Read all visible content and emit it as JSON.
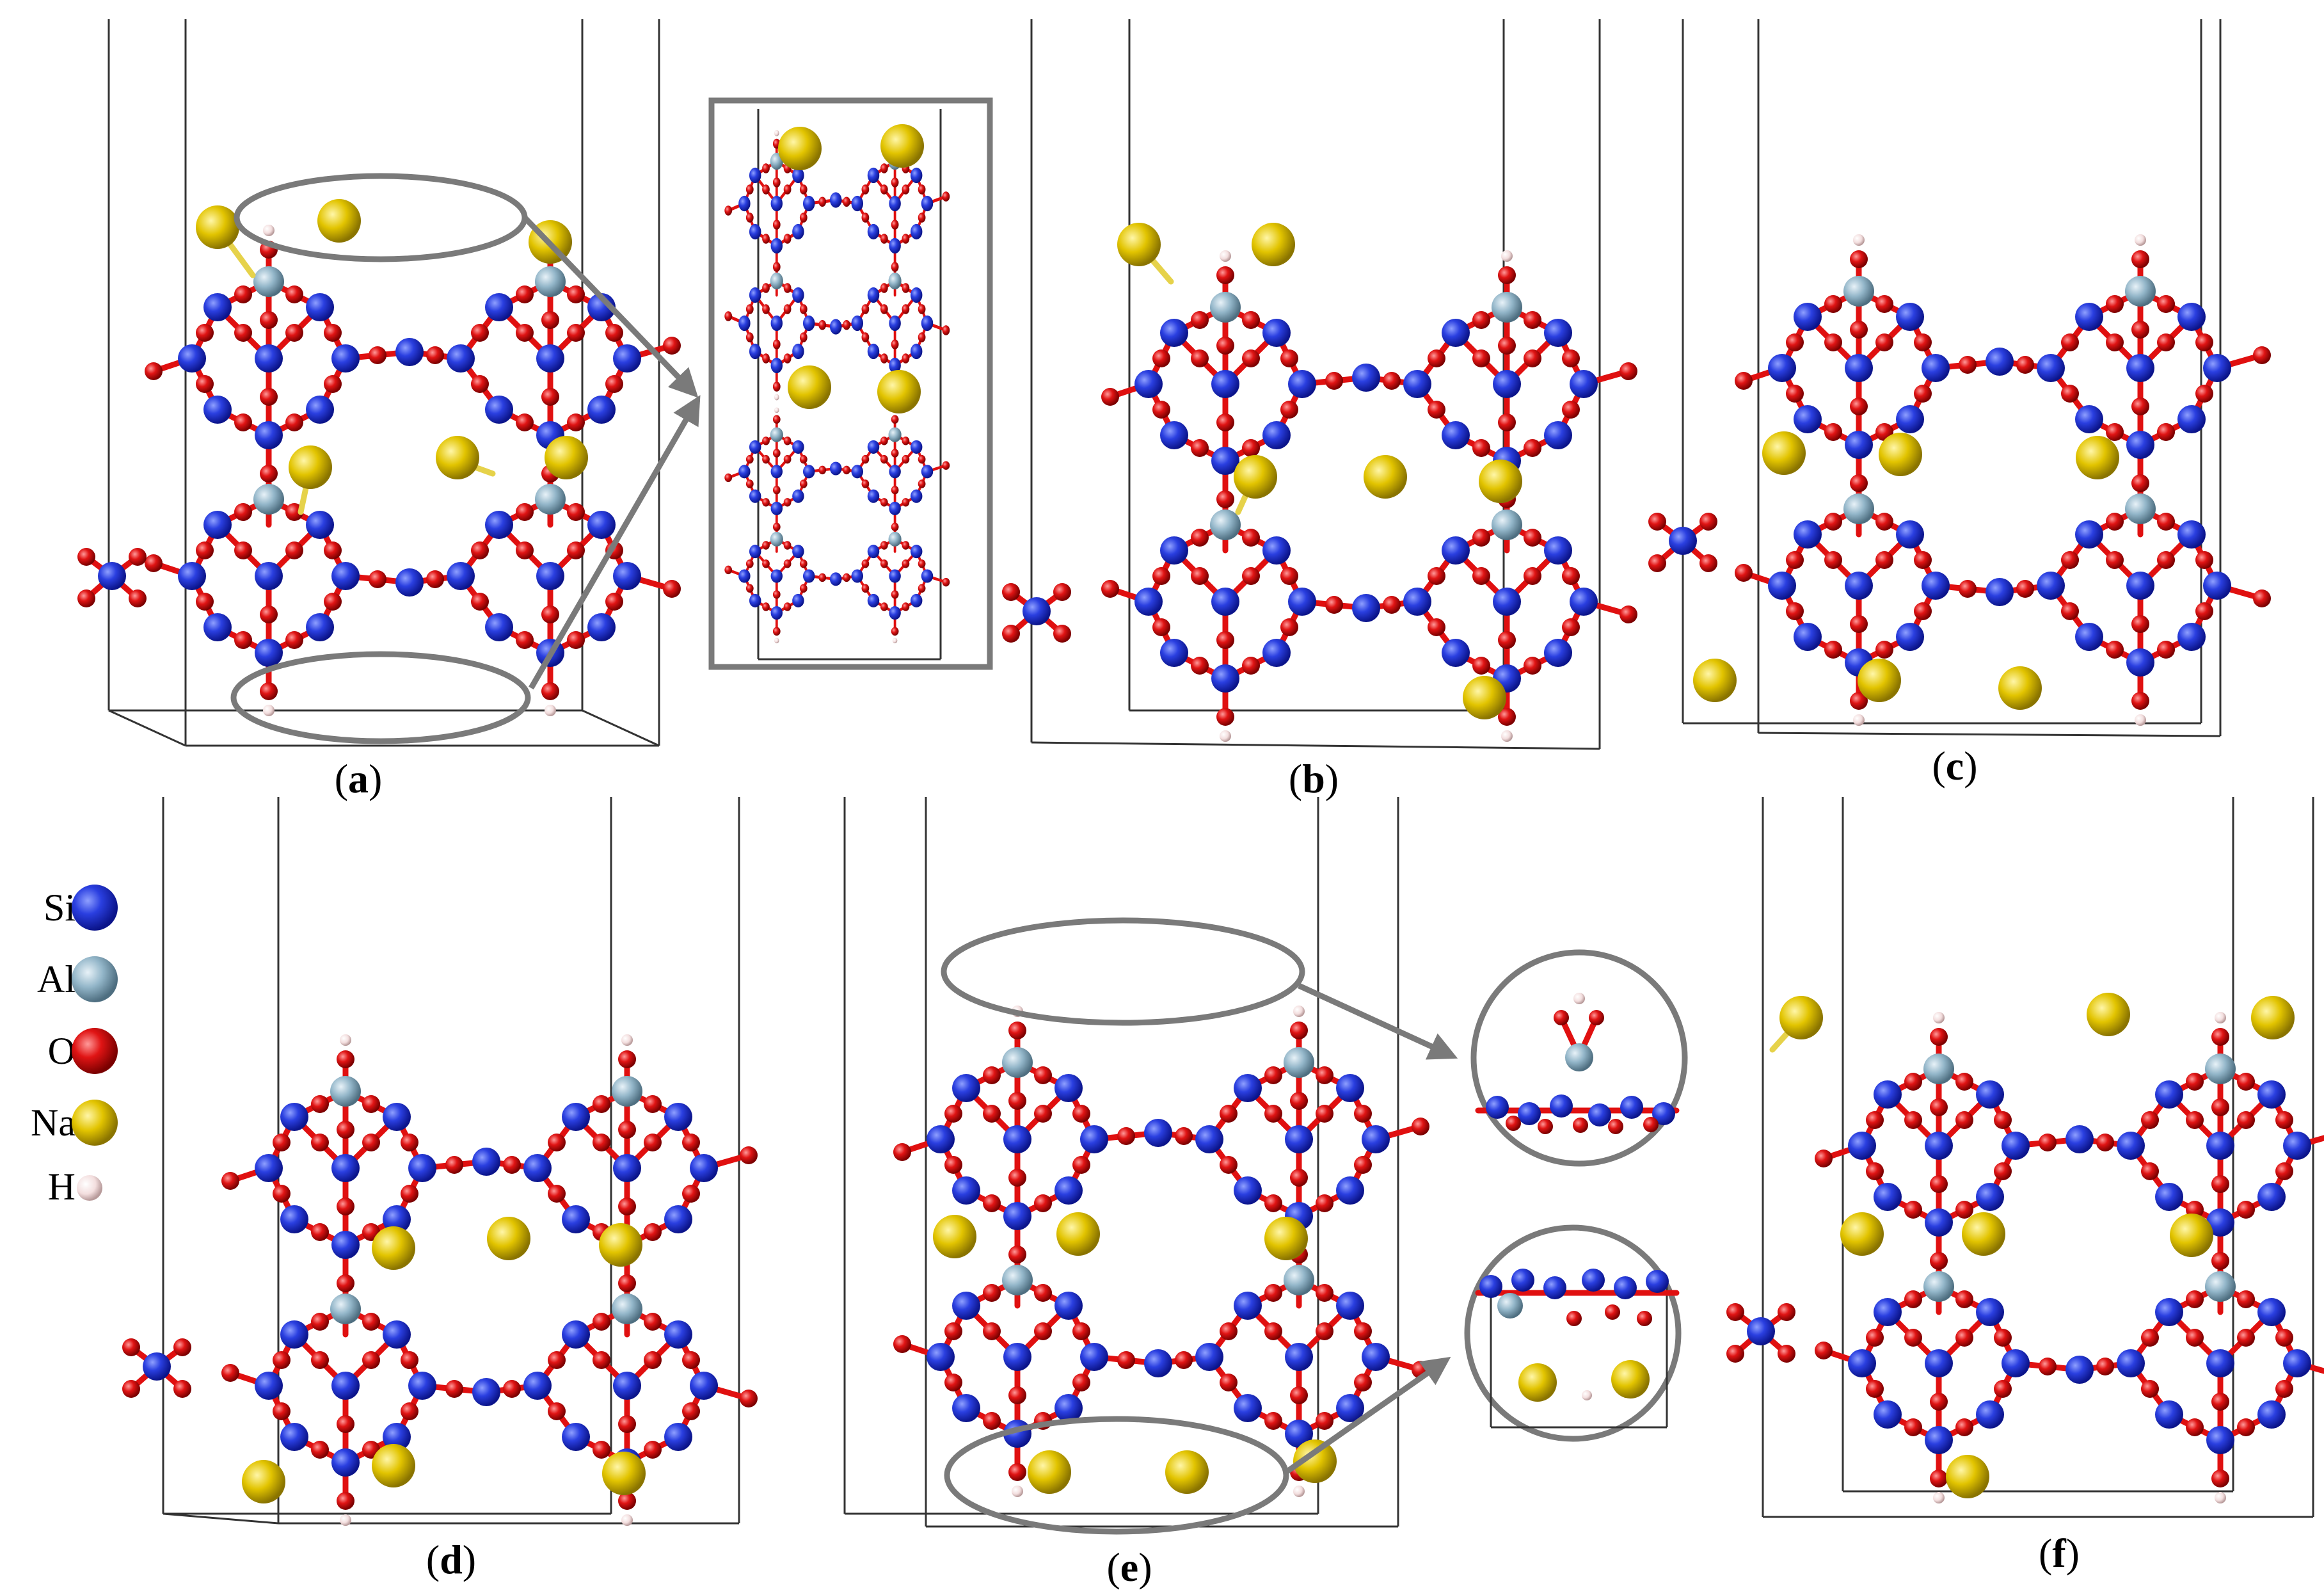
{
  "panels": [
    {
      "id": "a",
      "label": "a"
    },
    {
      "id": "b",
      "label": "b"
    },
    {
      "id": "c",
      "label": "c"
    },
    {
      "id": "d",
      "label": "d"
    },
    {
      "id": "e",
      "label": "e"
    },
    {
      "id": "f",
      "label": "f"
    }
  ],
  "legend": [
    {
      "symbol": "Si",
      "color": "#1f2fd6"
    },
    {
      "symbol": "Al",
      "color": "#8fb4c8"
    },
    {
      "symbol": "O",
      "color": "#e31212"
    },
    {
      "symbol": "Na",
      "color": "#e2c400"
    },
    {
      "symbol": "H",
      "color": "#f0d8d8"
    }
  ]
}
